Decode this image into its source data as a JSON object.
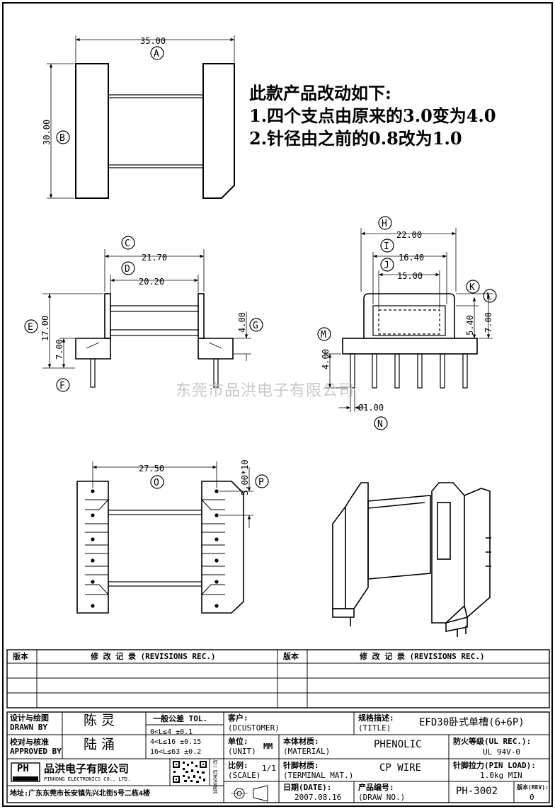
{
  "dimensions": {
    "A": {
      "letter": "A",
      "value": "35.00"
    },
    "B": {
      "letter": "B",
      "value": "30.00"
    },
    "C": {
      "letter": "C",
      "value": "21.70"
    },
    "D": {
      "letter": "D",
      "value": "20.20"
    },
    "E": {
      "letter": "E",
      "value": "17.00"
    },
    "F": {
      "letter": "F",
      "value": "7.00"
    },
    "G": {
      "letter": "G",
      "value": "4.00"
    },
    "H": {
      "letter": "H",
      "value": "22.00"
    },
    "I": {
      "letter": "I",
      "value": "16.40"
    },
    "J": {
      "letter": "J",
      "value": "15.00"
    },
    "K": {
      "letter": "K",
      "value": "5.40"
    },
    "L": {
      "letter": "L",
      "value": "7.00"
    },
    "M": {
      "letter": "M",
      "value": "4.00"
    },
    "N": {
      "letter": "N",
      "value": "Ø1.00"
    },
    "O": {
      "letter": "O",
      "value": "27.50"
    },
    "P": {
      "letter": "P",
      "value": "5.00*10"
    }
  },
  "notes": {
    "title": "此款产品改动如下:",
    "line1": "1.四个支点由原来的3.0变为4.0",
    "line2": "2.针径由之前的0.8改为1.0"
  },
  "watermark": "东莞市品洪电子有限公司",
  "revisions": {
    "col_version": "版本",
    "col_record": "修 改 记 录 (REVISIONS REC.)"
  },
  "titleblock": {
    "design_label": "设计与绘图",
    "design_label_en": "DRAWN BY",
    "design_name": "陈 灵",
    "approve_label": "校对与核准",
    "approve_label_en": "APPROVED BY",
    "approve_name": "陆 涌",
    "tol_label": "一般公差 TOL.",
    "tol1": "0<L≤4     ±0.1",
    "tol2": "4<L≤16    ±0.15",
    "tol3": "16<L≤63   ±0.2",
    "customer_label": "客户:",
    "customer_label_en": "(DCUSTOMER)",
    "unit_label": "单位:",
    "unit_label_en": "(UNIT)",
    "unit_value": "MM",
    "material_label": "本体材质:",
    "material_label_en": "(MATERIAL)",
    "material_value": "PHENOLIC",
    "spec_label": "规格描述:",
    "spec_label_en": "(TITLE)",
    "spec_value": "EFD30卧式单槽(6+6P)",
    "fire_label": "防火等级(UL REC.):",
    "fire_value": "UL 94V-0",
    "scale_label": "比例:",
    "scale_label_en": "(SCALE)",
    "scale_value": "1/1",
    "terminal_label": "针脚材质:",
    "terminal_label_en": "(TERMINAL MAT.)",
    "terminal_value": "CP WIRE",
    "pinload_label": "针脚拉力(PIN LOAD):",
    "pinload_value": "1.0kg MIN",
    "date_label": "日期(DATE):",
    "date_value": "2007.08.16",
    "drawno_label": "产品编号:",
    "drawno_label_en": "(DRAW NO.)",
    "drawno_value": "PH-3002",
    "rev_label": "版本(REV):",
    "rev_value": "0",
    "company_cn": "品洪电子有限公司",
    "company_en": "PINHONG ELECTRONICS CO., LTD.",
    "address": "地址:广东东莞市长安镇先兴北街5号二栋4楼",
    "logo": "PH",
    "qr_caption": "扫一扫关注品洪"
  }
}
